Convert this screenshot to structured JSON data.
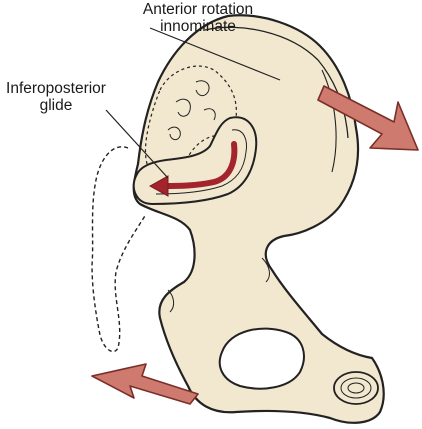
{
  "labels": {
    "anterior_rotation": [
      "Anterior rotation",
      "innominate"
    ],
    "inferoposterior_glide": [
      "Inferoposterior",
      "glide"
    ]
  },
  "colors": {
    "bone_fill": "#f2e8cf",
    "outline": "#222222",
    "arrow_fill": "#cf7a6e",
    "arrow_stroke": "#7a2f28",
    "glide_arrow": "#a3242d"
  }
}
